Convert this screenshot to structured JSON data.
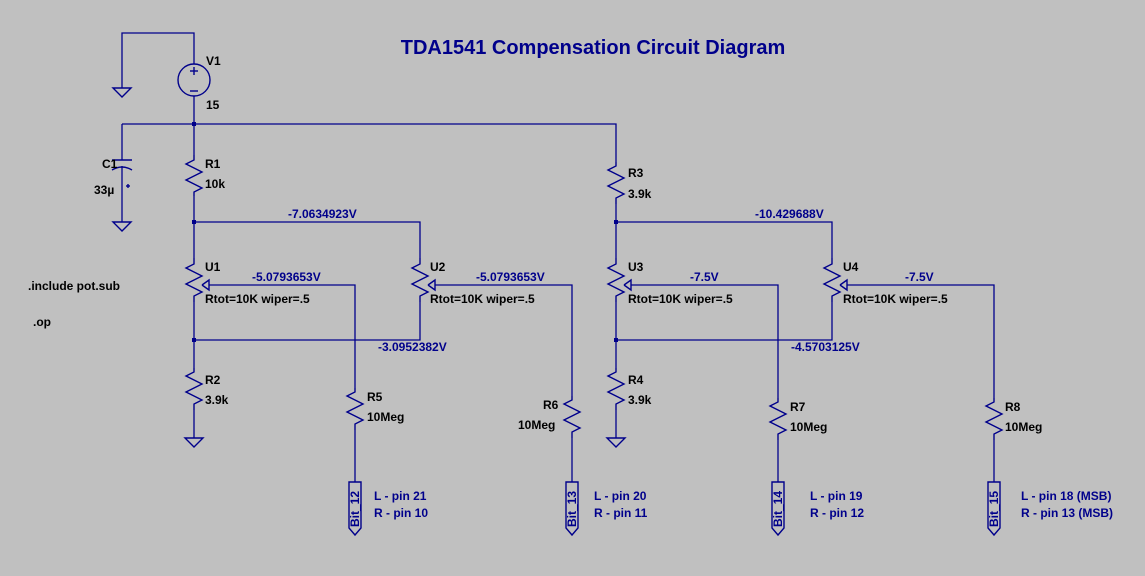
{
  "title": "TDA1541 Compensation Circuit Diagram",
  "directives": {
    "include": ".include pot.sub",
    "op": ".op"
  },
  "components": {
    "V1": {
      "name": "V1",
      "value": "15"
    },
    "C1": {
      "name": "C1",
      "value": "33µ"
    },
    "R1": {
      "name": "R1",
      "value": "10k"
    },
    "R2": {
      "name": "R2",
      "value": "3.9k"
    },
    "R3": {
      "name": "R3",
      "value": "3.9k"
    },
    "R4": {
      "name": "R4",
      "value": "3.9k"
    },
    "R5": {
      "name": "R5",
      "value": "10Meg"
    },
    "R6": {
      "name": "R6",
      "value": "10Meg"
    },
    "R7": {
      "name": "R7",
      "value": "10Meg"
    },
    "R8": {
      "name": "R8",
      "value": "10Meg"
    },
    "U1": {
      "name": "U1",
      "params": "Rtot=10K wiper=.5"
    },
    "U2": {
      "name": "U2",
      "params": "Rtot=10K wiper=.5"
    },
    "U3": {
      "name": "U3",
      "params": "Rtot=10K wiper=.5"
    },
    "U4": {
      "name": "U4",
      "params": "Rtot=10K wiper=.5"
    }
  },
  "voltages": {
    "left_top": "-7.0634923V",
    "left_bottom": "-3.0952382V",
    "u1_wiper": "-5.0793653V",
    "u2_wiper": "-5.0793653V",
    "right_top": "-10.429688V",
    "right_bottom": "-4.5703125V",
    "u3_wiper": "-7.5V",
    "u4_wiper": "-7.5V"
  },
  "nets": {
    "bit12": "Bit_12",
    "bit13": "Bit_13",
    "bit14": "Bit_14",
    "bit15": "Bit_15"
  },
  "pins": {
    "bit12_L": "L - pin 21",
    "bit12_R": "R - pin 10",
    "bit13_L": "L - pin 20",
    "bit13_R": "R - pin 11",
    "bit14_L": "L - pin 19",
    "bit14_R": "R - pin 12",
    "bit15_L": "L - pin 18 (MSB)",
    "bit15_R": "R - pin 13 (MSB)"
  },
  "colors": {
    "background": "#c0c0c0",
    "wire": "#00008b",
    "label": "#000000"
  }
}
